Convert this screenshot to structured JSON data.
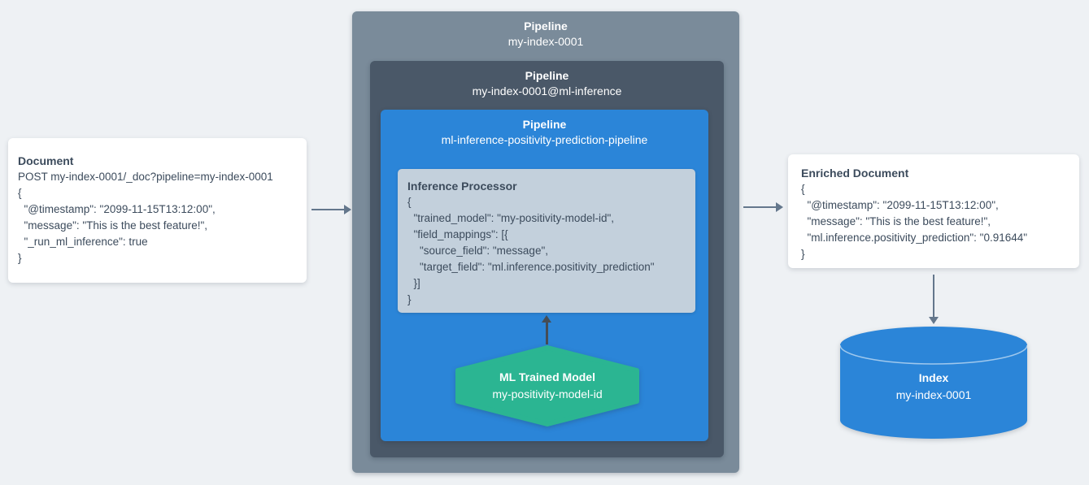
{
  "palette": {
    "bg": "#eef1f4",
    "card": "#ffffff",
    "outer-box": "#7a8b9a",
    "dark-box": "#4a5868",
    "blue-box": "#2b85d8",
    "processor-box": "#c3d0dc",
    "model-green": "#2bb592",
    "text": "#3c4b5c",
    "arrow": "#64778c",
    "arrow-dark": "#454d56"
  },
  "document_card": {
    "title": "Document",
    "lines": [
      "POST my-index-0001/_doc?pipeline=my-index-0001",
      "{",
      "  \"@timestamp\": \"2099-11-15T13:12:00\",",
      "  \"message\": \"This is the best feature!\",",
      "  \"_run_ml_inference\": true",
      "}"
    ]
  },
  "outer_pipeline": {
    "label": "Pipeline",
    "name": "my-index-0001"
  },
  "ml_inference_pipeline": {
    "label": "Pipeline",
    "name": "my-index-0001@ml-inference"
  },
  "inference_pipeline": {
    "label": "Pipeline",
    "name": "ml-inference-positivity-prediction-pipeline"
  },
  "inference_processor": {
    "title": "Inference Processor",
    "lines": [
      "{",
      "  \"trained_model\": \"my-positivity-model-id\",",
      "  \"field_mappings\": [{",
      "    \"source_field\": \"message\",",
      "    \"target_field\": \"ml.inference.positivity_prediction\"",
      "  }]",
      "}"
    ]
  },
  "ml_trained_model": {
    "label": "ML Trained Model",
    "name": "my-positivity-model-id"
  },
  "enriched_card": {
    "title": "Enriched Document",
    "lines": [
      "{",
      "  \"@timestamp\": \"2099-11-15T13:12:00\",",
      "  \"message\": \"This is the best feature!\",",
      "  \"ml.inference.positivity_prediction\": \"0.91644\"",
      "}"
    ]
  },
  "index": {
    "label": "Index",
    "name": "my-index-0001"
  }
}
